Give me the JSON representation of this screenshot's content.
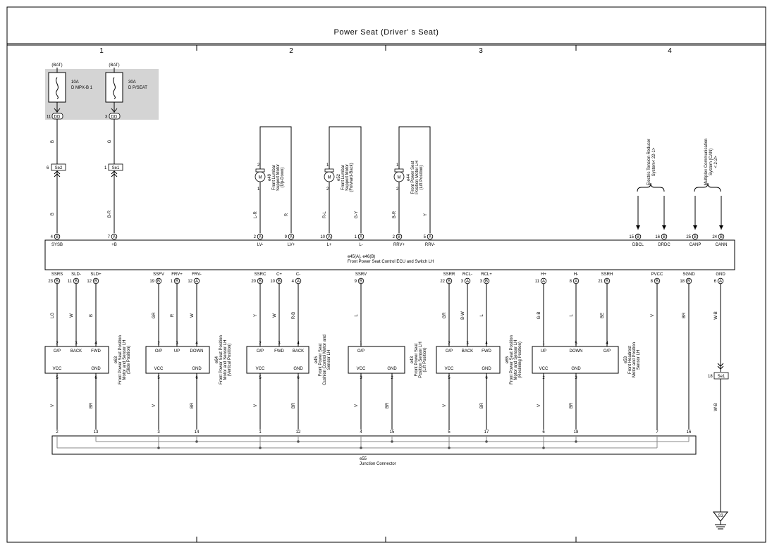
{
  "title": "Power Seat (Driver' s Seat)",
  "columns": [
    "1",
    "2",
    "3",
    "4"
  ],
  "fuses": [
    {
      "source": "(BAT)",
      "rating": "10A",
      "name": "D MPX-B 1",
      "pin": "11",
      "conn": "DD"
    },
    {
      "source": "(BAT)",
      "rating": "30A",
      "name": "D P/SEAT",
      "pin": "3",
      "conn": "DD"
    }
  ],
  "top_connectors": [
    {
      "pin": "6",
      "name": "Se2",
      "wire_top": "B",
      "wire_bottom": "B"
    },
    {
      "pin": "1",
      "name": "Se1",
      "wire_top": "G",
      "wire_bottom": "B-R"
    }
  ],
  "motors": [
    {
      "id": "e49",
      "label_lines": [
        "Front Lumbar",
        "Support Motor",
        "(Up-Down)"
      ],
      "pin_top": "2",
      "pin_bottom": "1",
      "wire_left": "L-R",
      "wire_right": "R",
      "symbol": "M"
    },
    {
      "id": "e52",
      "label_lines": [
        "Front Lumbar",
        "Support Motor",
        "(Forward-Back)"
      ],
      "pin_top": "1",
      "pin_bottom": "2",
      "wire_left": "R-L",
      "wire_right": "G-Y",
      "symbol": "M"
    },
    {
      "id": "e44",
      "label_lines": [
        "Front Power Seat",
        "Position Motor LH",
        "(Lift Position)"
      ],
      "pin_top": "1",
      "pin_bottom": "2",
      "wire_left": "B-R",
      "wire_right": "Y",
      "symbol": "M"
    }
  ],
  "systems": [
    {
      "lines": [
        "Electric Tension Reducer",
        "System< 22-1>"
      ]
    },
    {
      "lines": [
        "Multiplex Communication",
        "System (CAN)",
        "< 2-2>"
      ]
    }
  ],
  "ecu": {
    "id": "e45(A), e46(B)",
    "name": "Front Power Seat Control ECU and Switch LH",
    "top_pins": [
      {
        "num": "4",
        "conn": "B",
        "term": "SYSB"
      },
      {
        "num": "7",
        "conn": "A",
        "term": "+B"
      },
      {
        "num": "2",
        "conn": "A",
        "term": "LV-"
      },
      {
        "num": "9",
        "conn": "A",
        "term": "LV+"
      },
      {
        "num": "10",
        "conn": "A",
        "term": "L+"
      },
      {
        "num": "1",
        "conn": "A",
        "term": "L-"
      },
      {
        "num": "2",
        "conn": "B",
        "term": "RRV+"
      },
      {
        "num": "5",
        "conn": "A",
        "term": "RRV-"
      },
      {
        "num": "15",
        "conn": "B",
        "term": "DBCL"
      },
      {
        "num": "16",
        "conn": "B",
        "term": "DRDC"
      },
      {
        "num": "25",
        "conn": "B",
        "term": "CANP"
      },
      {
        "num": "24",
        "conn": "B",
        "term": "CANN"
      }
    ],
    "bottom_pins": [
      {
        "num": "23",
        "conn": "B",
        "term": "SSRS",
        "wire": "LG"
      },
      {
        "num": "11",
        "conn": "B",
        "term": "SLD-",
        "wire": "W"
      },
      {
        "num": "12",
        "conn": "B",
        "term": "SLD+",
        "wire": "B"
      },
      {
        "num": "19",
        "conn": "B",
        "term": "SSFV",
        "wire": "GR"
      },
      {
        "num": "1",
        "conn": "B",
        "term": "FRV+",
        "wire": "R"
      },
      {
        "num": "12",
        "conn": "A",
        "term": "FRV-",
        "wire": "W"
      },
      {
        "num": "20",
        "conn": "B",
        "term": "SSRC",
        "wire": "Y"
      },
      {
        "num": "10",
        "conn": "B",
        "term": "C+",
        "wire": "W"
      },
      {
        "num": "4",
        "conn": "A",
        "term": "C-",
        "wire": "R-B"
      },
      {
        "num": "9",
        "conn": "B",
        "term": "SSRV",
        "wire": "L"
      },
      {
        "num": "22",
        "conn": "B",
        "term": "SSRR",
        "wire": "GR"
      },
      {
        "num": "3",
        "conn": "A",
        "term": "RCL-",
        "wire": "B-W"
      },
      {
        "num": "3",
        "conn": "B",
        "term": "RCL+",
        "wire": "L"
      },
      {
        "num": "11",
        "conn": "A",
        "term": "H+",
        "wire": "G-B"
      },
      {
        "num": "8",
        "conn": "A",
        "term": "H-",
        "wire": "L"
      },
      {
        "num": "21",
        "conn": "B",
        "term": "SSRH",
        "wire": "BE"
      },
      {
        "num": "8",
        "conn": "B",
        "term": "PVCC",
        "wire": "V"
      },
      {
        "num": "18",
        "conn": "B",
        "term": "SGND",
        "wire": "BR"
      },
      {
        "num": "6",
        "conn": "A",
        "term": "GND",
        "wire": "W-B"
      }
    ]
  },
  "sensors": [
    {
      "id": "e63",
      "label_lines": [
        "Front Power Seat Position",
        "Motor and Sensor LH",
        "(Slide Position)"
      ],
      "top_pins": [
        {
          "num": "2",
          "term": "O/P"
        },
        {
          "num": "3",
          "term": "BACK"
        },
        {
          "num": "4",
          "term": "FWD"
        }
      ],
      "bottom_pins": [
        {
          "num": "5",
          "term": "VCC",
          "wire": "V"
        },
        {
          "num": "6",
          "term": "GND",
          "wire": "BR"
        }
      ]
    },
    {
      "id": "e64",
      "label_lines": [
        "Front Power Seat Position",
        "Motor and Sensor LH",
        "(Vertical Position)"
      ],
      "top_pins": [
        {
          "num": "2",
          "term": "O/P"
        },
        {
          "num": "3",
          "term": "UP"
        },
        {
          "num": "4",
          "term": "DOWN"
        }
      ],
      "bottom_pins": [
        {
          "num": "5",
          "term": "VCC",
          "wire": "V"
        },
        {
          "num": "6",
          "term": "GND",
          "wire": "BR"
        }
      ]
    },
    {
      "id": "e45",
      "label_lines": [
        "Front Power Seat",
        "Cushion Control Motor and",
        "Sensor LH"
      ],
      "top_pins": [
        {
          "num": "2",
          "term": "O/P"
        },
        {
          "num": "3",
          "term": "FWD"
        },
        {
          "num": "4",
          "term": "BACK"
        }
      ],
      "bottom_pins": [
        {
          "num": "5",
          "term": "VCC",
          "wire": "V"
        },
        {
          "num": "6",
          "term": "GND",
          "wire": "BR"
        }
      ]
    },
    {
      "id": "e43",
      "label_lines": [
        "Front Power Seat",
        "Position Sensor LH",
        "(Lift Position)"
      ],
      "top_pins": [
        {
          "num": "1",
          "term": "O/P"
        }
      ],
      "bottom_pins": [
        {
          "num": "3",
          "term": "VCC",
          "wire": "V"
        },
        {
          "num": "2",
          "term": "GND",
          "wire": "BR"
        }
      ]
    },
    {
      "id": "e65",
      "label_lines": [
        "Front Power Seat Position",
        "Motor and Sensor LH",
        "(Reclining Position)"
      ],
      "top_pins": [
        {
          "num": "2",
          "term": "O/P"
        },
        {
          "num": "3",
          "term": "BACK"
        },
        {
          "num": "4",
          "term": "FWD"
        }
      ],
      "bottom_pins": [
        {
          "num": "5",
          "term": "VCC",
          "wire": "V"
        },
        {
          "num": "6",
          "term": "GND",
          "wire": "BR"
        }
      ]
    },
    {
      "id": "e53",
      "label_lines": [
        "Front Headrest",
        "Motor and Position",
        "Sensor LH"
      ],
      "top_pins": [
        {
          "num": "1",
          "term": "UP"
        },
        {
          "num": "5",
          "term": "DOWN"
        },
        {
          "num": "4",
          "term": "O/P"
        }
      ],
      "bottom_pins": [
        {
          "num": "2",
          "term": "VCC",
          "wire": "V"
        },
        {
          "num": "3",
          "term": "GND",
          "wire": "BR"
        }
      ]
    }
  ],
  "junction": {
    "id": "e55",
    "name": "Junction Connector",
    "pins": [
      "2",
      "13",
      "3",
      "14",
      "1",
      "12",
      "4",
      "15",
      "5",
      "17",
      "6",
      "18",
      "7",
      "16"
    ]
  },
  "gnd_connector": {
    "pin": "18",
    "name": "Se1",
    "wire": "W-B"
  },
  "ground": {
    "name": "S3"
  }
}
